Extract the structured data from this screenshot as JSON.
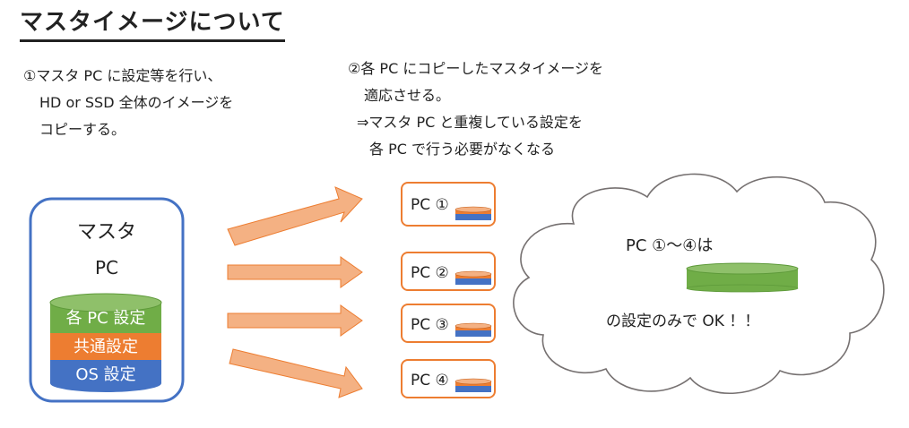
{
  "title": "マスタイメージについて",
  "step1": {
    "line1": "①マスタ PC に設定等を行い、",
    "line2": "HD or SSD 全体のイメージを",
    "line3": "コピーする。"
  },
  "step2": {
    "line1": "②各 PC にコピーしたマスタイメージを",
    "line2": "適応させる。",
    "line3": "⇒マスタ PC と重複している設定を",
    "line4": "各 PC で行う必要がなくなる"
  },
  "master": {
    "label_line1": "マスタ",
    "label_line2": "PC",
    "layers": {
      "top": "各 PC 設定",
      "middle": "共通設定",
      "bottom": "OS 設定"
    }
  },
  "pcs": [
    {
      "label": "PC ①"
    },
    {
      "label": "PC ②"
    },
    {
      "label": "PC ③"
    },
    {
      "label": "PC ④"
    }
  ],
  "cloud": {
    "line1": "PC ①～④は",
    "line2": "の設定のみで OK ！！"
  },
  "colors": {
    "master_border": "#4472c4",
    "pc_border": "#ed7d31",
    "layer_top": "#70ad47",
    "layer_middle": "#ed7d31",
    "layer_bottom": "#4472c4",
    "arrow_fill": "#f4b183",
    "arrow_stroke": "#ed7d31",
    "cloud_stroke": "#767171"
  }
}
